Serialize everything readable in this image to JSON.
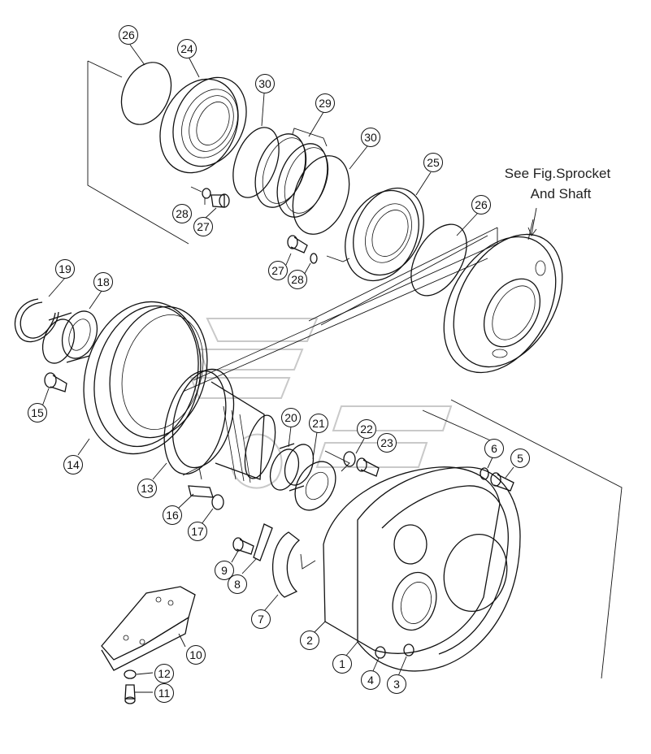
{
  "note": {
    "line1": "See Fig.Sprocket",
    "line2": "And Shaft"
  },
  "callouts": [
    {
      "label": "26"
    },
    {
      "label": "24"
    },
    {
      "label": "30"
    },
    {
      "label": "29"
    },
    {
      "label": "30"
    },
    {
      "label": "25"
    },
    {
      "label": "26"
    },
    {
      "label": "28"
    },
    {
      "label": "27"
    },
    {
      "label": "27"
    },
    {
      "label": "28"
    },
    {
      "label": "19"
    },
    {
      "label": "18"
    },
    {
      "label": "15"
    },
    {
      "label": "14"
    },
    {
      "label": "13"
    },
    {
      "label": "16"
    },
    {
      "label": "17"
    },
    {
      "label": "20"
    },
    {
      "label": "21"
    },
    {
      "label": "22"
    },
    {
      "label": "23"
    },
    {
      "label": "6"
    },
    {
      "label": "5"
    },
    {
      "label": "9"
    },
    {
      "label": "8"
    },
    {
      "label": "7"
    },
    {
      "label": "2"
    },
    {
      "label": "1"
    },
    {
      "label": "4"
    },
    {
      "label": "3"
    },
    {
      "label": "10"
    },
    {
      "label": "12"
    },
    {
      "label": "11"
    }
  ]
}
